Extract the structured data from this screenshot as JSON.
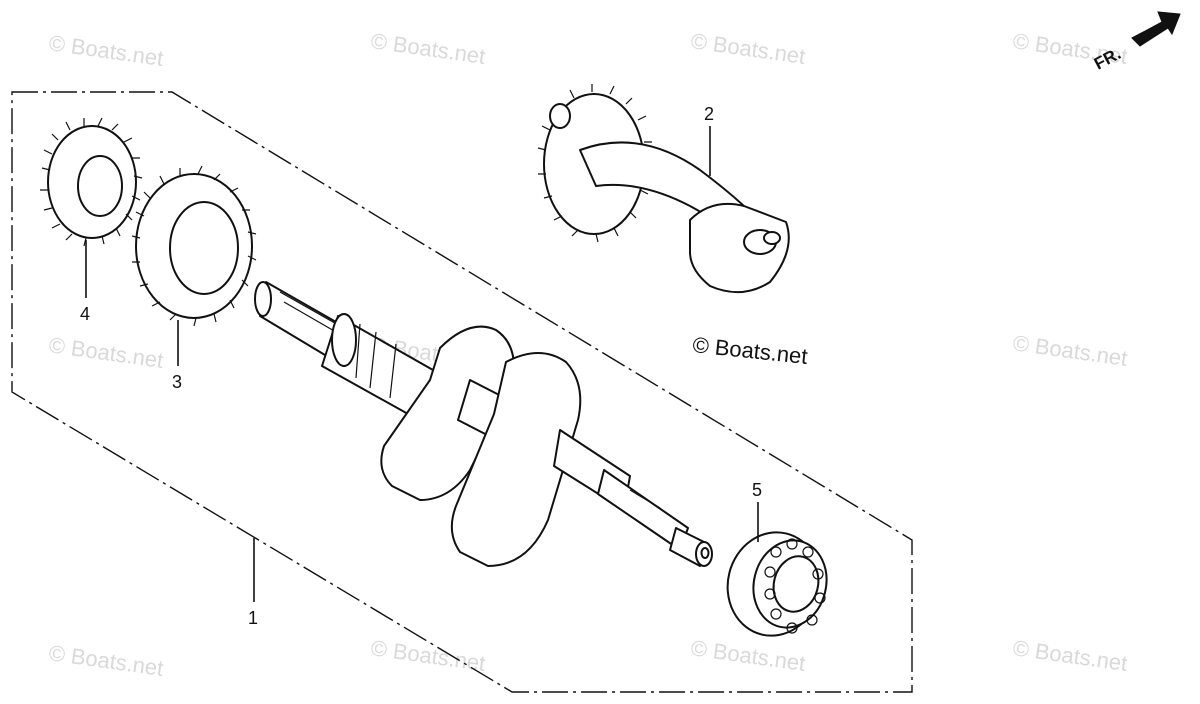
{
  "watermark_text": "© Boats.net",
  "copyright_text": "© Boats.net",
  "direction_label": "FR.",
  "callouts": {
    "c1": "1",
    "c2": "2",
    "c3": "3",
    "c4": "4",
    "c5": "5"
  }
}
